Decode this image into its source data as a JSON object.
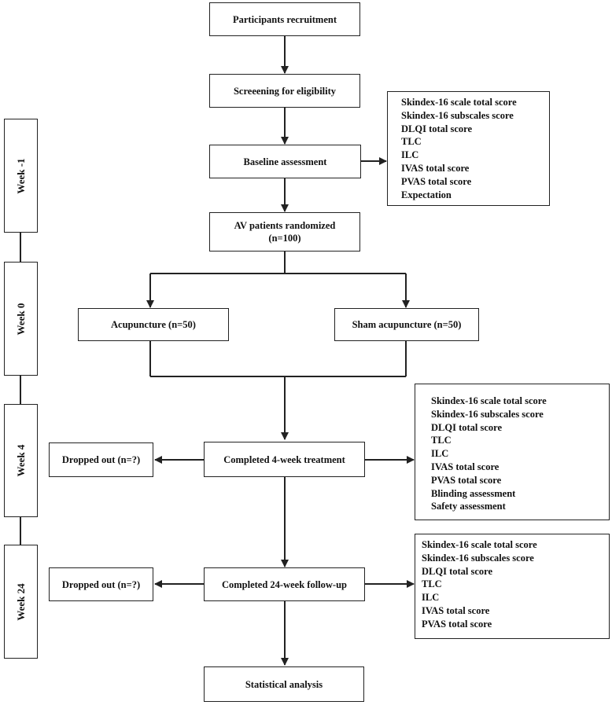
{
  "nodes": {
    "recruitment": "Participants recruitment",
    "screening": "Screeening for eligibility",
    "baseline": "Baseline assessment",
    "randomized_line1": "AV patients randomized",
    "randomized_line2": "(n=100)",
    "acupuncture": "Acupuncture (n=50)",
    "sham": "Sham acupuncture (n=50)",
    "completed_4wk": "Completed 4-week treatment",
    "dropped_4wk": "Dropped out (n=?)",
    "completed_24wk": "Completed 24-week follow-up",
    "dropped_24wk": "Dropped out (n=?)",
    "statistical": "Statistical analysis"
  },
  "outcomes_baseline": [
    "Skindex-16 scale total score",
    "Skindex-16 subscales score",
    "DLQI total score",
    "TLC",
    "ILC",
    "IVAS total score",
    "PVAS total score",
    "Expectation"
  ],
  "outcomes_week4": [
    "Skindex-16 scale total score",
    "Skindex-16 subscales score",
    "DLQI total score",
    "TLC",
    "ILC",
    "IVAS total score",
    "PVAS total score",
    "Blinding assessment",
    "Safety assessment"
  ],
  "outcomes_week24": [
    "Skindex-16 scale total score",
    "Skindex-16 subscales score",
    "DLQI total score",
    "TLC",
    "ILC",
    "IVAS total score",
    "PVAS total score"
  ],
  "timeline": {
    "week_minus1": "Week -1",
    "week_0": "Week 0",
    "week_4": "Week 4",
    "week_24": "Week 24"
  },
  "colors": {
    "line": "#222222",
    "text": "#111111",
    "background": "#ffffff"
  }
}
